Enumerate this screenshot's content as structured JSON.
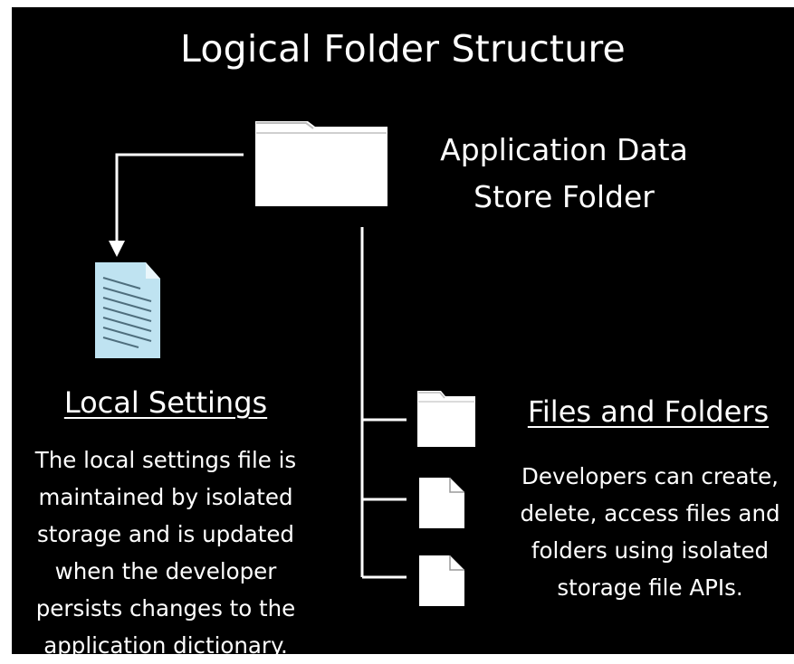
{
  "diagram": {
    "title": "Logical Folder Structure",
    "root_label_line1": "Application Data",
    "root_label_line2": "Store Folder",
    "local_settings": {
      "heading": "Local Settings",
      "description": "The local settings file is\nmaintained by isolated\nstorage and is updated\nwhen the developer\npersists changes to the\napplication dictionary."
    },
    "files_and_folders": {
      "heading": "Files and Folders",
      "description": "Developers can create,\ndelete, access files and\nfolders using isolated\nstorage file APIs."
    },
    "icons": {
      "root": "folder-icon",
      "settings": "settings-file-icon",
      "child_folder": "folder-icon",
      "child_files": [
        "file-icon",
        "file-icon"
      ]
    },
    "colors": {
      "background": "#000000",
      "foreground": "#ffffff",
      "settings_file_fill": "#bfe3f1",
      "settings_file_lines": "#4f6f7e"
    }
  }
}
